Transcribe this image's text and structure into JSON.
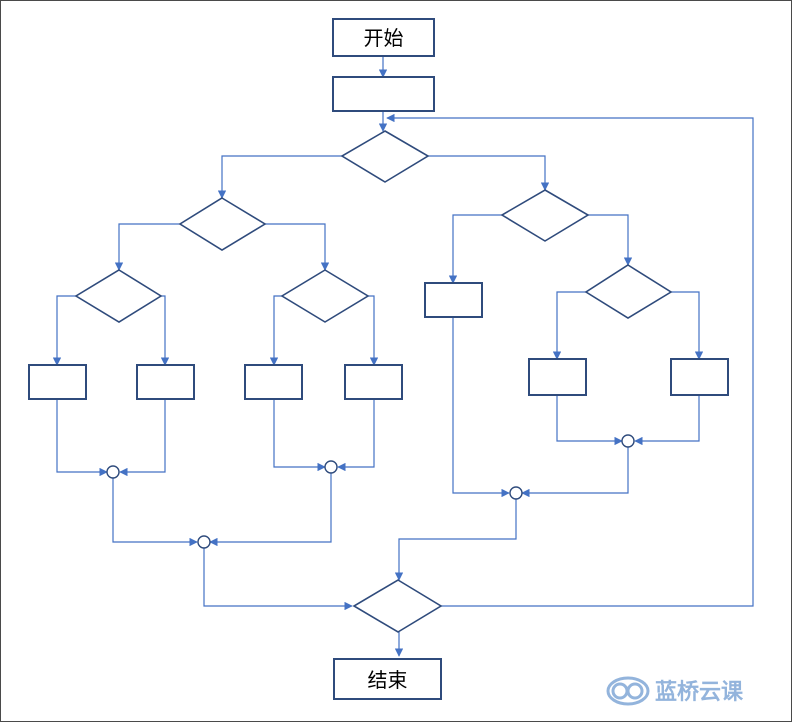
{
  "diagram": {
    "start_label": "开始",
    "end_label": "结束"
  },
  "watermark": {
    "text": "蓝桥云课",
    "icon": "blue-cloud-logo-icon"
  },
  "colors": {
    "box_stroke": "#2f4b7c",
    "connector": "#4472c4",
    "watermark": "#6f9bd1"
  }
}
